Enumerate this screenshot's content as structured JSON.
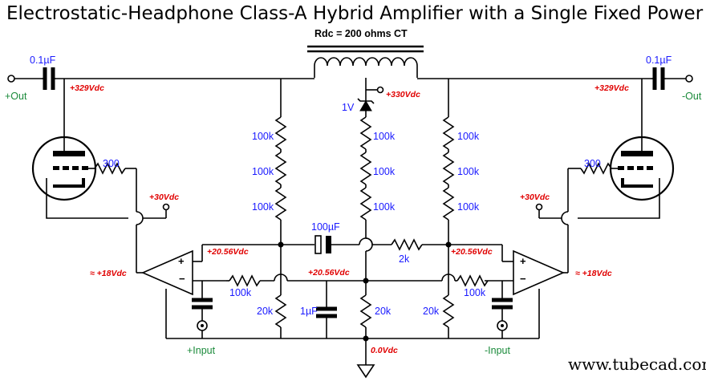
{
  "title": "Electrostatic-Headphone Class-A Hybrid Amplifier with a Single Fixed Power Supply",
  "transformer_label": "Rdc = 200 ohms CT",
  "caps": {
    "out_left": "0.1µF",
    "out_right": "0.1µF",
    "coupling": "100µF",
    "bypass": "1µF"
  },
  "outputs": {
    "pos": "+Out",
    "neg": "-Out"
  },
  "inputs": {
    "pos": "+Input",
    "neg": "-Input"
  },
  "resistors": {
    "grid_left": "300",
    "grid_right": "300",
    "left_chain": [
      "100k",
      "100k",
      "100k"
    ],
    "center_chain": [
      "100k",
      "100k",
      "100k"
    ],
    "right_chain": [
      "100k",
      "100k",
      "100k"
    ],
    "series_mid": "2k",
    "fb_left": "100k",
    "fb_right": "100k",
    "bottom_left": "20k",
    "bottom_center": "20k",
    "bottom_right": "20k"
  },
  "zener": "1V",
  "voltages": {
    "plate_left": "+329Vdc",
    "plate_right": "+329Vdc",
    "supply": "+330Vdc",
    "op_rail_left": "+30Vdc",
    "op_rail_right": "+30Vdc",
    "node_left": "+20.56Vdc",
    "node_right": "+20.56Vdc",
    "node_center": "+20.56Vdc",
    "op_out_left": "≈ +18Vdc",
    "op_out_right": "≈ +18Vdc",
    "ground": "0.0Vdc"
  },
  "website": "www.tubecad.com"
}
